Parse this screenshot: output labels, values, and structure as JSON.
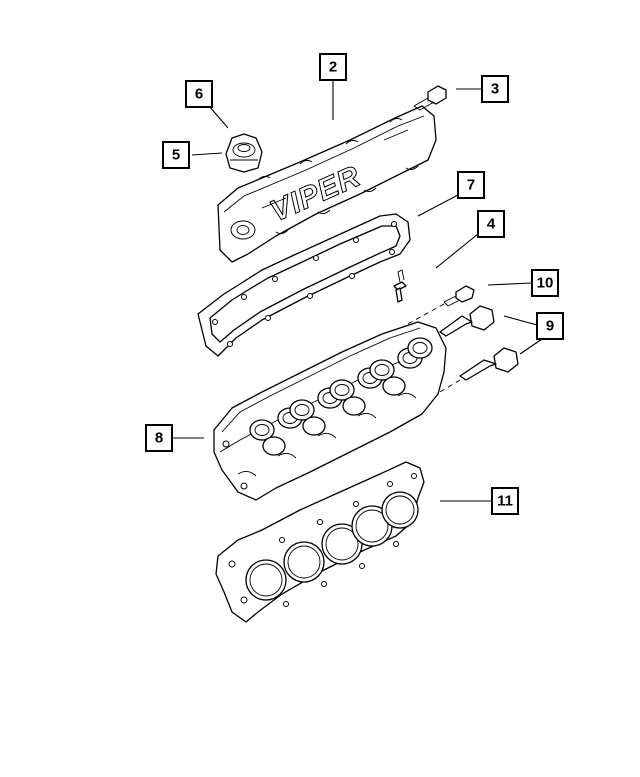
{
  "diagram": {
    "callouts": {
      "c2": "2",
      "c3": "3",
      "c4": "4",
      "c5": "5",
      "c6": "6",
      "c7": "7",
      "c8": "8",
      "c9": "9",
      "c10": "10",
      "c11": "11"
    },
    "cover_logo": "VIPER"
  }
}
